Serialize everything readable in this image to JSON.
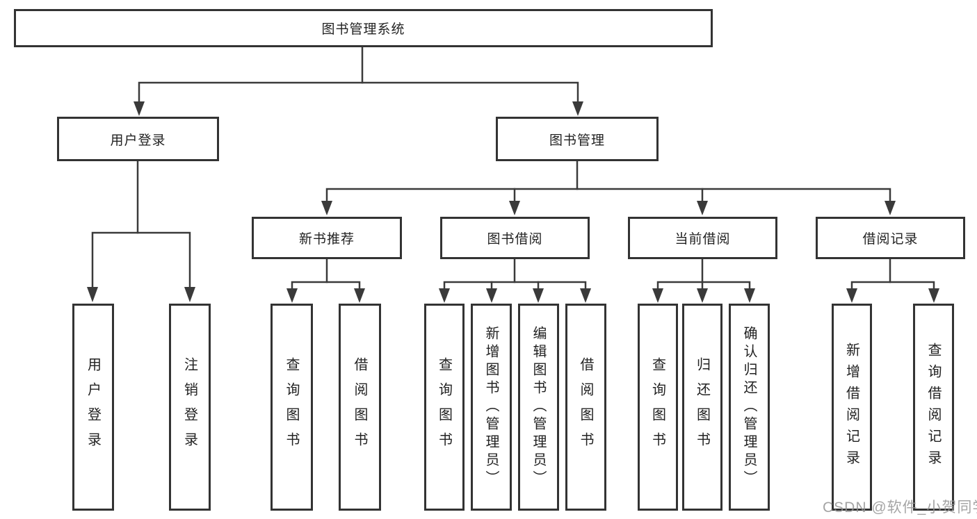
{
  "colors": {
    "line": "#3a3a3a",
    "box_border": "#333333",
    "text": "#222222",
    "watermark": "#949494"
  },
  "watermark": "CSDN @软件_小贺同学",
  "tree": {
    "root": {
      "label": "图书管理系统",
      "children": [
        {
          "label": "用户登录",
          "children": [
            {
              "label": "用户登录"
            },
            {
              "label": "注销登录"
            }
          ]
        },
        {
          "label": "图书管理",
          "children": [
            {
              "label": "新书推荐",
              "children": [
                {
                  "label": "查询图书"
                },
                {
                  "label": "借阅图书"
                }
              ]
            },
            {
              "label": "图书借阅",
              "children": [
                {
                  "label": "查询图书"
                },
                {
                  "label": "新增图书（管理员）"
                },
                {
                  "label": "编辑图书（管理员）"
                },
                {
                  "label": "借阅图书"
                }
              ]
            },
            {
              "label": "当前借阅",
              "children": [
                {
                  "label": "查询图书"
                },
                {
                  "label": "归还图书"
                },
                {
                  "label": "确认归还（管理员）"
                }
              ]
            },
            {
              "label": "借阅记录",
              "children": [
                {
                  "label": "新增借阅记录"
                },
                {
                  "label": "查询借阅记录"
                }
              ]
            }
          ]
        }
      ]
    }
  }
}
